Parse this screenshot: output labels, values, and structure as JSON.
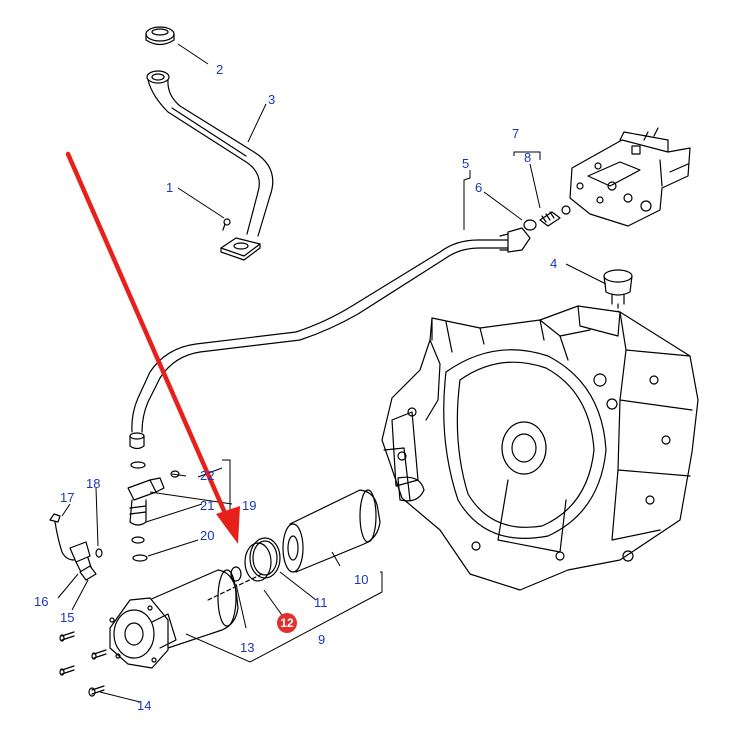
{
  "diagram": {
    "callouts": [
      "1",
      "2",
      "3",
      "4",
      "5",
      "6",
      "7",
      "8",
      "9",
      "10",
      "11",
      "12",
      "13",
      "14",
      "15",
      "16",
      "17",
      "18",
      "19",
      "20",
      "21",
      "22"
    ],
    "highlighted_callout": "12"
  },
  "colors": {
    "callout_text": "#1a36b8",
    "leader_line": "#000000",
    "highlight_badge": "#e0312f",
    "pointer_arrow": "#e8201c",
    "line_art": "#000000"
  }
}
